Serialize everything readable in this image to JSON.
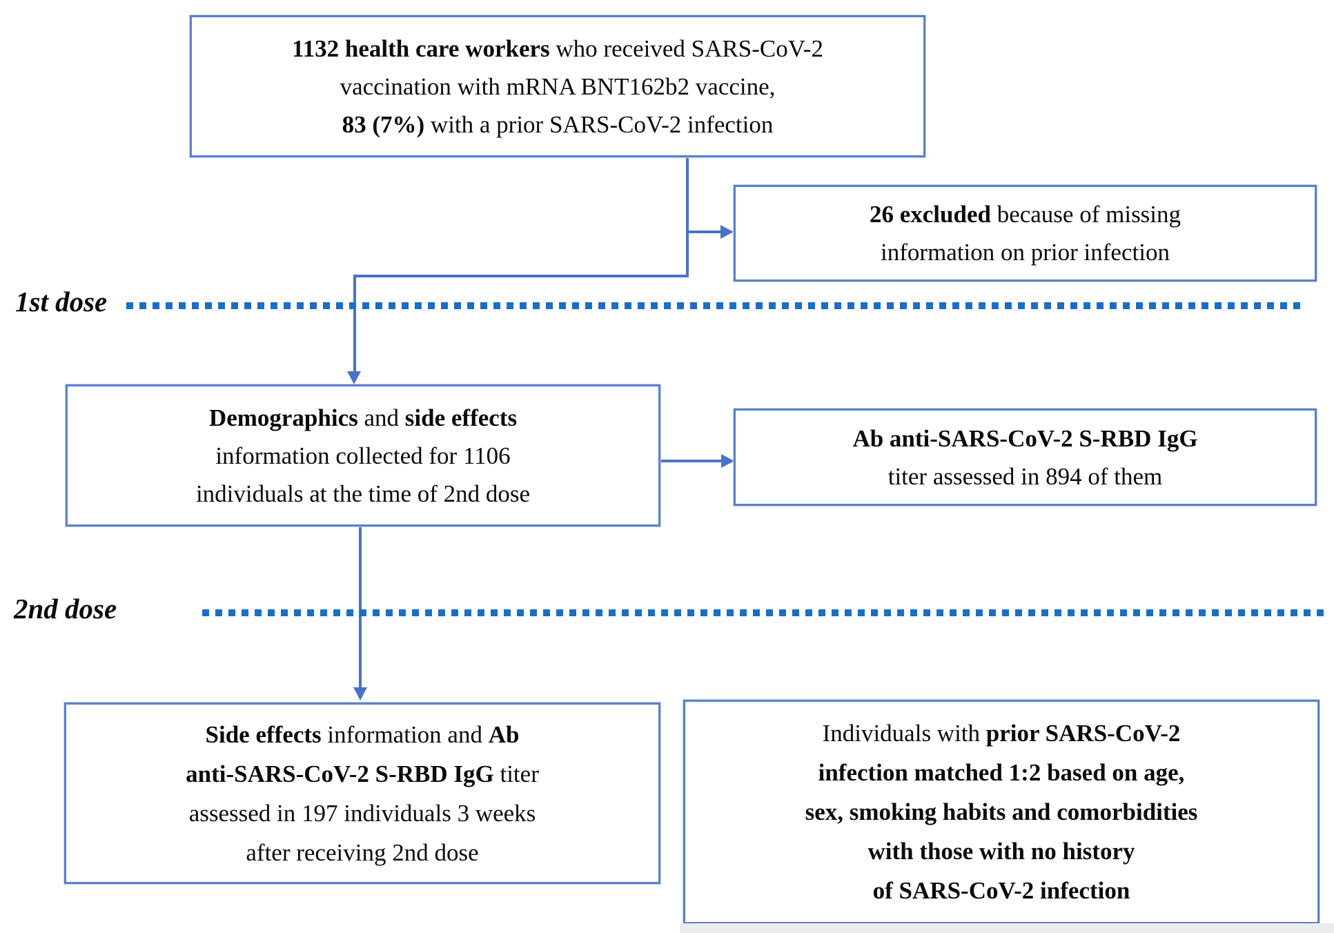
{
  "figure": {
    "type": "study-flow-diagram",
    "colors": {
      "box_border": "#5a80cb",
      "connector_blue": "#4a72c6",
      "dotted_blue": "#1a6ec6",
      "text": "#0b0b0b"
    },
    "timeline": {
      "first_dose_label": "1st dose",
      "second_dose_label": "2nd dose"
    },
    "boxes": {
      "cohort": {
        "lines": [
          [
            {
              "t": "1132 health care workers",
              "b": true
            },
            {
              "t": " who received SARS-CoV-2",
              "b": false
            }
          ],
          [
            {
              "t": "vaccination with mRNA BNT162b2 vaccine,",
              "b": false
            }
          ],
          [
            {
              "t": "83 (7%)",
              "b": true
            },
            {
              "t": " with a prior SARS-CoV-2 infection",
              "b": false
            }
          ]
        ]
      },
      "excluded": {
        "lines": [
          [
            {
              "t": "26 excluded",
              "b": true
            },
            {
              "t": " because of missing",
              "b": false
            }
          ],
          [
            {
              "t": "information on prior infection",
              "b": false
            }
          ]
        ]
      },
      "demographics": {
        "lines": [
          [
            {
              "t": "Demographics",
              "b": true
            },
            {
              "t": " and ",
              "b": false
            },
            {
              "t": "side effects",
              "b": true
            }
          ],
          [
            {
              "t": "information collected for 1106",
              "b": false
            }
          ],
          [
            {
              "t": "individuals at the time of 2nd dose",
              "b": false
            }
          ]
        ]
      },
      "ab_titer": {
        "lines": [
          [
            {
              "t": "Ab anti-SARS-CoV-2 S-RBD IgG",
              "b": true
            }
          ],
          [
            {
              "t": "titer assessed in 894 of them",
              "b": false
            }
          ]
        ]
      },
      "side_effects": {
        "lines": [
          [
            {
              "t": "Side effects",
              "b": true
            },
            {
              "t": " information and ",
              "b": false
            },
            {
              "t": "Ab",
              "b": true
            }
          ],
          [
            {
              "t": "anti-SARS-CoV-2 S-RBD IgG",
              "b": true
            },
            {
              "t": " titer",
              "b": false
            }
          ],
          [
            {
              "t": "assessed in 197 individuals 3 weeks",
              "b": false
            }
          ],
          [
            {
              "t": "after receiving 2nd dose",
              "b": false
            }
          ]
        ]
      },
      "matched": {
        "lines": [
          [
            {
              "t": "Individuals with ",
              "b": false
            },
            {
              "t": "prior SARS-CoV-2",
              "b": true
            }
          ],
          [
            {
              "t": "infection matched 1:2 based on age,",
              "b": true
            }
          ],
          [
            {
              "t": "sex, smoking habits and comorbidities",
              "b": true
            }
          ],
          [
            {
              "t": "with those with no history",
              "b": true
            }
          ],
          [
            {
              "t": "of SARS-CoV-2 infection",
              "b": true
            }
          ]
        ]
      }
    }
  }
}
